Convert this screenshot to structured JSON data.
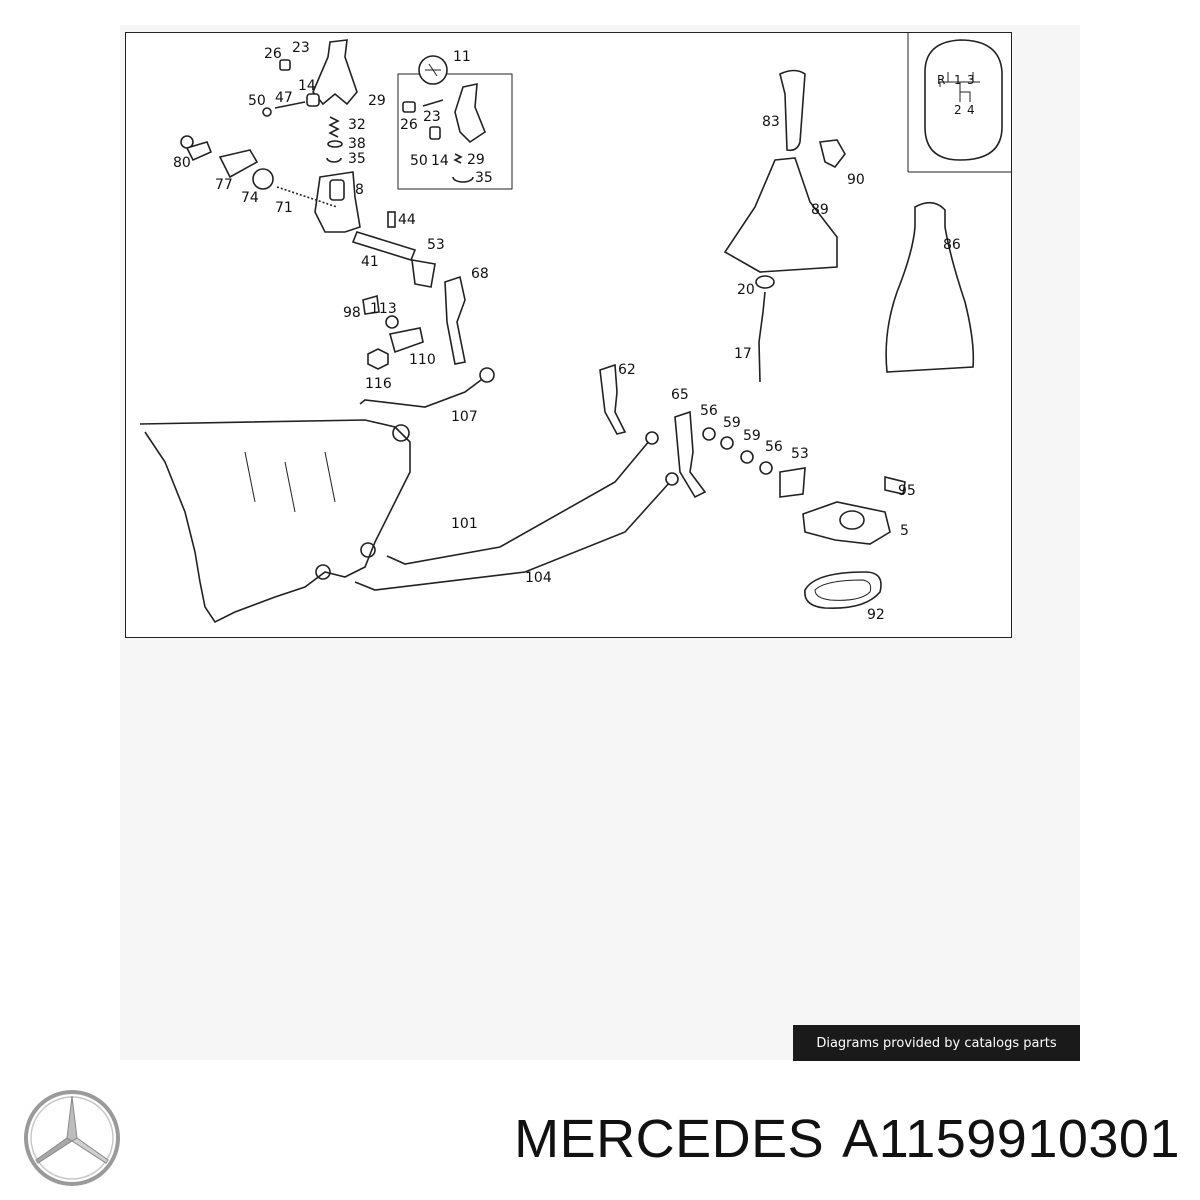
{
  "diagram": {
    "callouts": [
      {
        "id": "c26a",
        "label": "26"
      },
      {
        "id": "c23a",
        "label": "23"
      },
      {
        "id": "c14a",
        "label": "14"
      },
      {
        "id": "c50a",
        "label": "50"
      },
      {
        "id": "c47",
        "label": "47"
      },
      {
        "id": "c29a",
        "label": "29"
      },
      {
        "id": "c32",
        "label": "32"
      },
      {
        "id": "c38",
        "label": "38"
      },
      {
        "id": "c35a",
        "label": "35"
      },
      {
        "id": "c80",
        "label": "80"
      },
      {
        "id": "c77",
        "label": "77"
      },
      {
        "id": "c74",
        "label": "74"
      },
      {
        "id": "c71",
        "label": "71"
      },
      {
        "id": "c8",
        "label": "8"
      },
      {
        "id": "c44",
        "label": "44"
      },
      {
        "id": "c41",
        "label": "41"
      },
      {
        "id": "c11",
        "label": "11"
      },
      {
        "id": "c26b",
        "label": "26"
      },
      {
        "id": "c23b",
        "label": "23"
      },
      {
        "id": "c50b",
        "label": "50"
      },
      {
        "id": "c14b",
        "label": "14"
      },
      {
        "id": "c29b",
        "label": "29"
      },
      {
        "id": "c35b",
        "label": "35"
      },
      {
        "id": "c53a",
        "label": "53"
      },
      {
        "id": "c68",
        "label": "68"
      },
      {
        "id": "c98",
        "label": "98"
      },
      {
        "id": "c113",
        "label": "113"
      },
      {
        "id": "c110",
        "label": "110"
      },
      {
        "id": "c116",
        "label": "116"
      },
      {
        "id": "c107",
        "label": "107"
      },
      {
        "id": "c62",
        "label": "62"
      },
      {
        "id": "c65",
        "label": "65"
      },
      {
        "id": "c56a",
        "label": "56"
      },
      {
        "id": "c59a",
        "label": "59"
      },
      {
        "id": "c59b",
        "label": "59"
      },
      {
        "id": "c56b",
        "label": "56"
      },
      {
        "id": "c53b",
        "label": "53"
      },
      {
        "id": "c95",
        "label": "95"
      },
      {
        "id": "c5",
        "label": "5"
      },
      {
        "id": "c92",
        "label": "92"
      },
      {
        "id": "c101",
        "label": "101"
      },
      {
        "id": "c104",
        "label": "104"
      },
      {
        "id": "c83",
        "label": "83"
      },
      {
        "id": "c90",
        "label": "90"
      },
      {
        "id": "c89",
        "label": "89"
      },
      {
        "id": "c86",
        "label": "86"
      },
      {
        "id": "c20",
        "label": "20"
      },
      {
        "id": "c17",
        "label": "17"
      }
    ],
    "shift_pattern": {
      "top_row": [
        "R",
        "1",
        "3"
      ],
      "bottom_row": [
        "2",
        "4"
      ]
    }
  },
  "credit": {
    "text": "Diagrams provided by catalogs parts"
  },
  "part": {
    "brand": "MERCEDES",
    "number": "A1159910301"
  },
  "colors": {
    "badge_bg": "#1a1a1a",
    "badge_text": "#ffffff",
    "sheet_bg": "#f6f6f6"
  }
}
